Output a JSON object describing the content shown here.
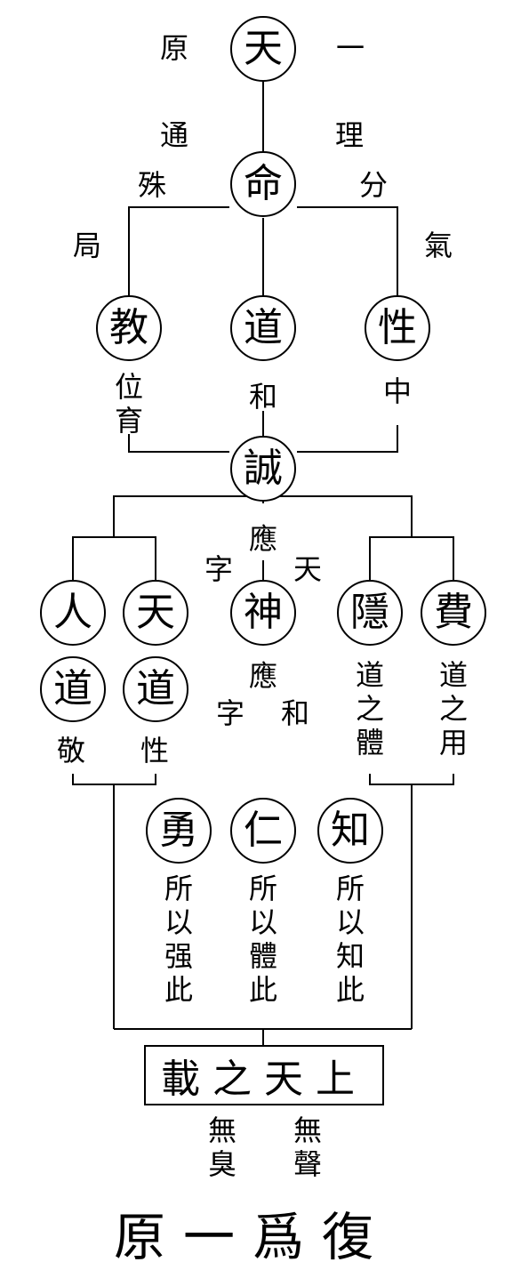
{
  "nodes": {
    "tian": "天",
    "ming": "命",
    "jiao": "教",
    "dao": "道",
    "xing": "性",
    "cheng": "誠",
    "ren": "人",
    "tian2": "天",
    "shen": "神",
    "yin": "隱",
    "fei": "費",
    "rendao": "道",
    "tiandao": "道",
    "yong": "勇",
    "renv": "仁",
    "zhi": "知"
  },
  "labels": {
    "yuan": "原",
    "yi": "一",
    "tong": "通",
    "li": "理",
    "shu": "殊",
    "fen": "分",
    "ju": "局",
    "qi": "氣",
    "weiyu": "位育",
    "he": "和",
    "zhong": "中",
    "ying": "應",
    "zi": "字",
    "tian_side": "天",
    "ying2": "應",
    "zi2": "字",
    "he2": "和",
    "daozhiti": "道之體",
    "daozhiyong": "道之用",
    "jing": "敬",
    "xing2": "性",
    "suoyiqiangci": "所以强此",
    "suoyitici": "所以體此",
    "suoyizhici": "所以知此",
    "wuxiu": "無臭",
    "wusheng": "無聲"
  },
  "box": "載之天上",
  "footer": "原一爲復"
}
